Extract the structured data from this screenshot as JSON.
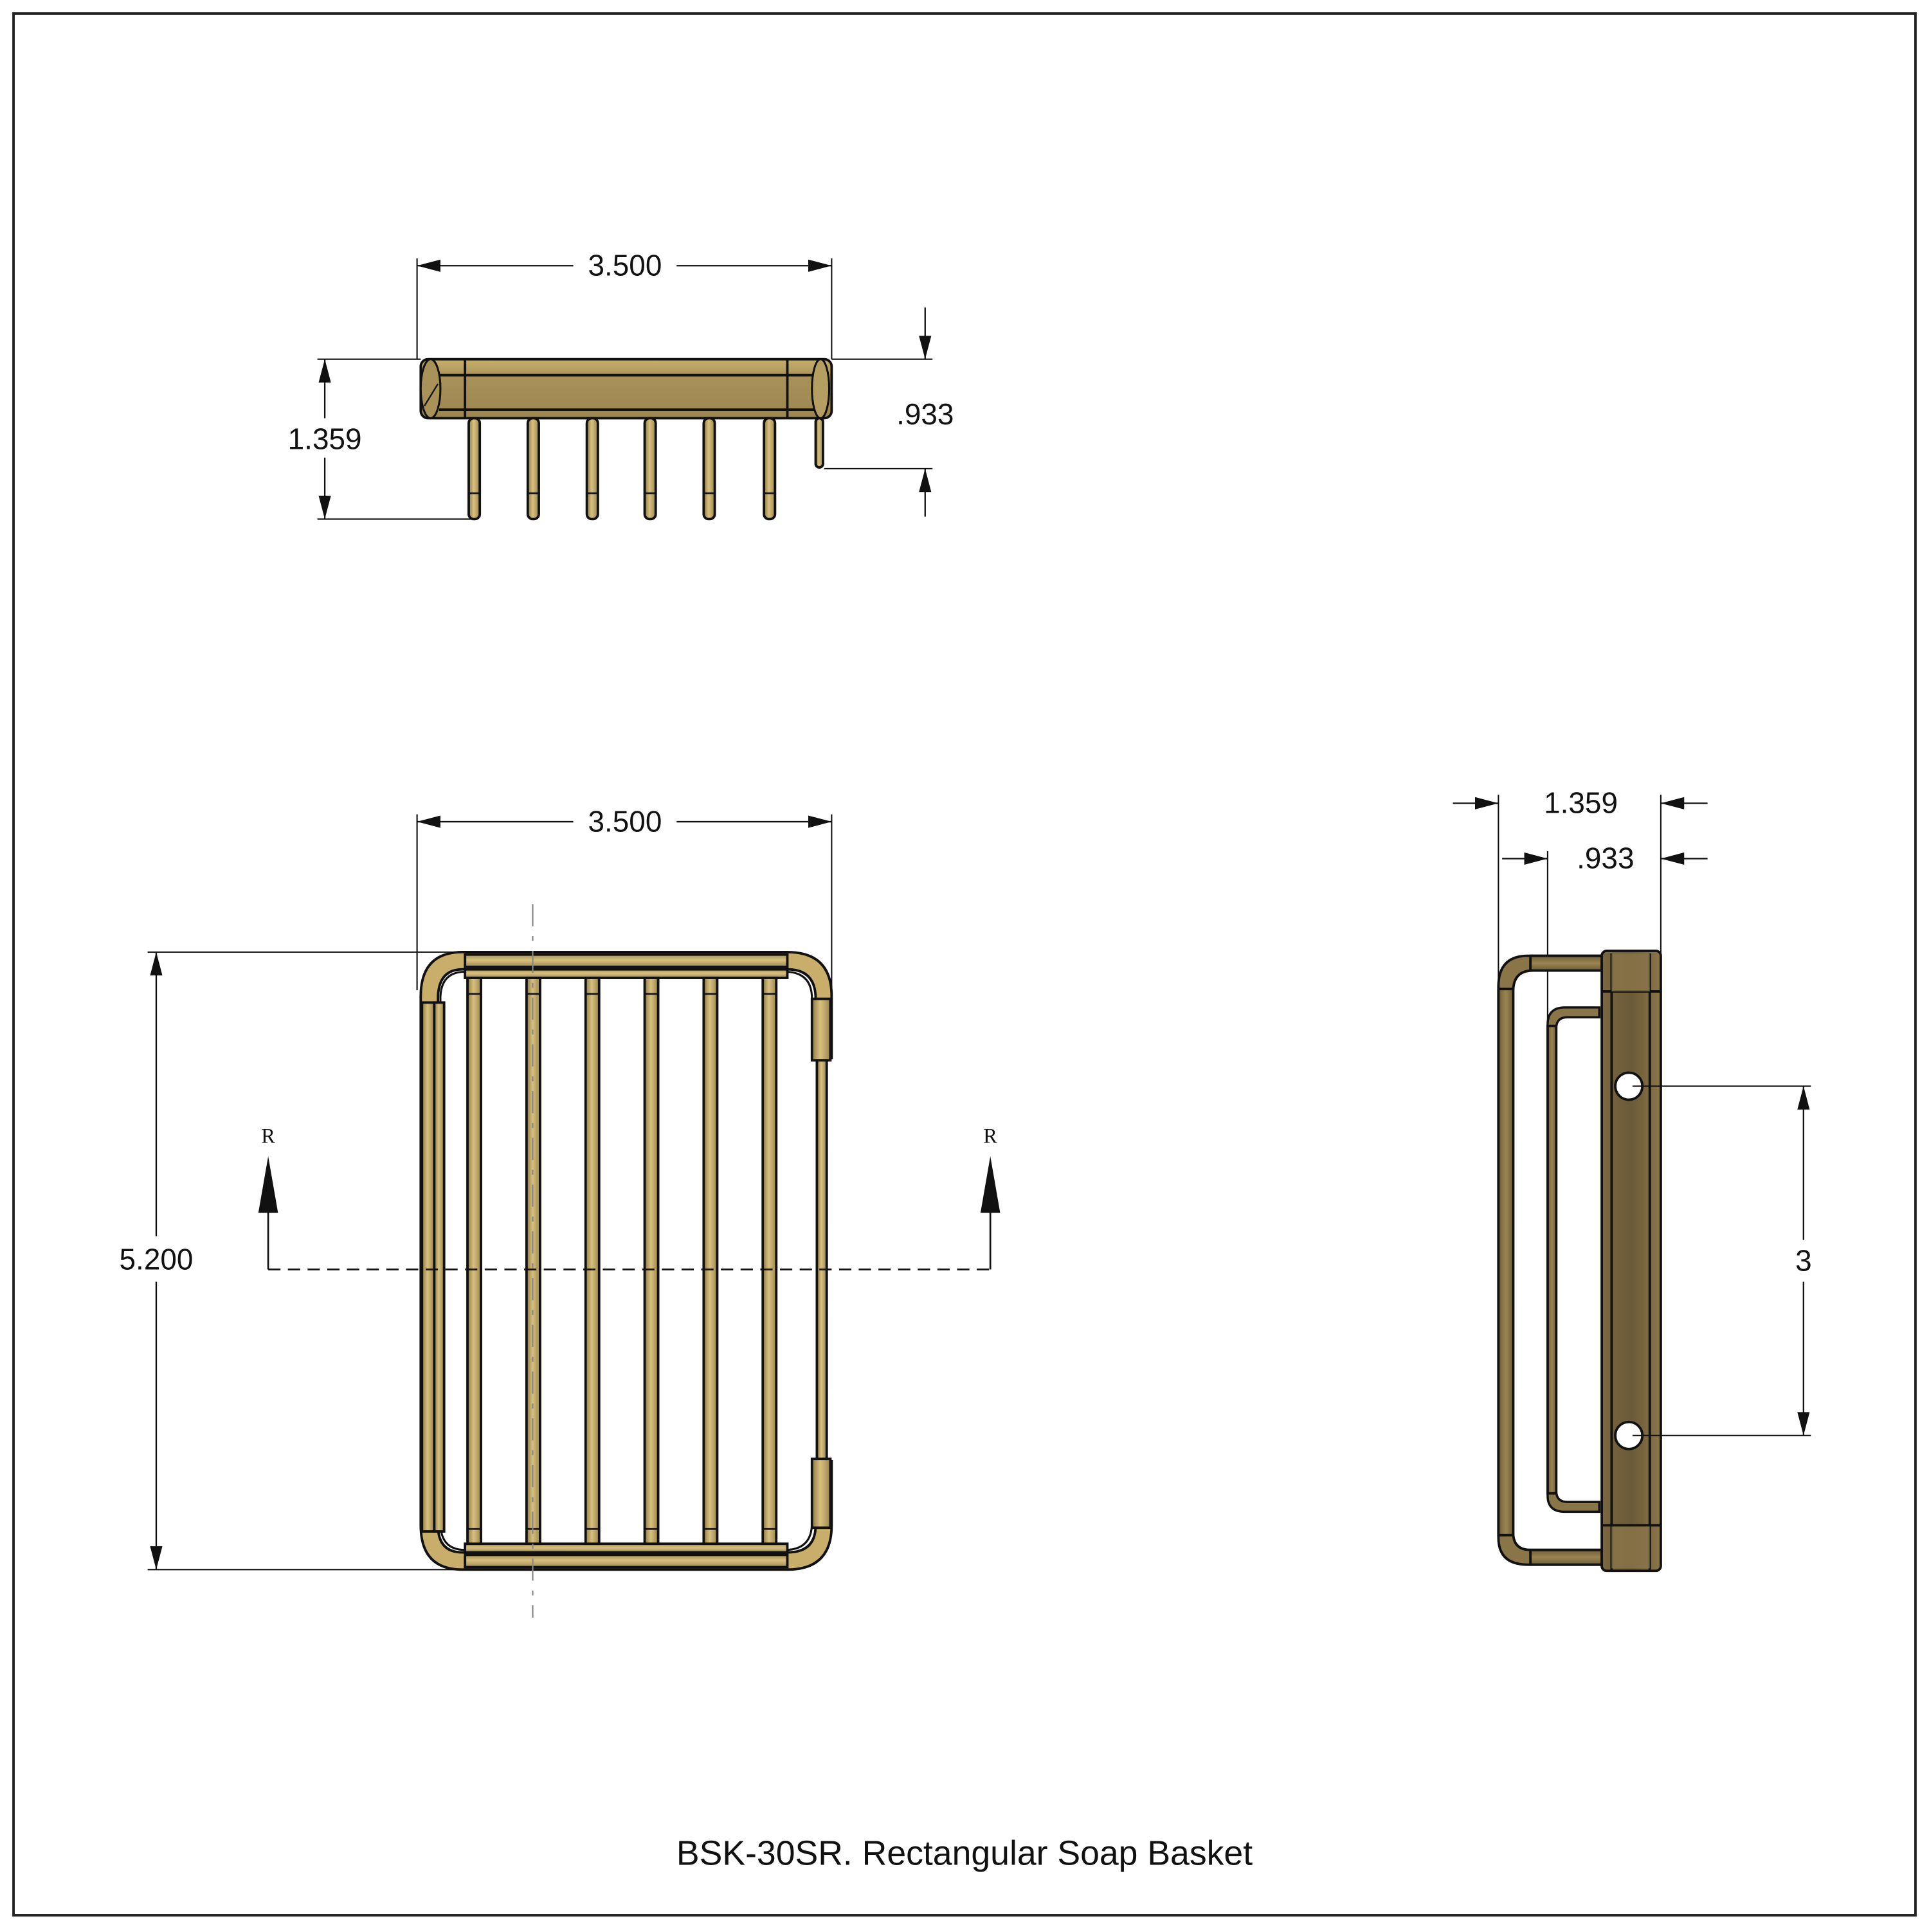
{
  "drawing": {
    "title": "BSK-30SR. Rectangular Soap Basket",
    "colors": {
      "frame": "#222222",
      "brass_light": "#c9b06a",
      "brass_mid": "#a89258",
      "brass_dark": "#6b5a38",
      "line": "#111111",
      "background": "#ffffff"
    }
  },
  "top_view": {
    "width_dim": "3.500",
    "height_dim": "1.359",
    "inner_dim": ".933",
    "rod_count": 6
  },
  "front_view": {
    "width_dim": "3.500",
    "height_dim": "5.200",
    "rod_count": 6,
    "section_marker_left": "R",
    "section_marker_right": "R"
  },
  "side_view": {
    "depth_dim": "1.359",
    "inner_depth_dim": ".933",
    "hole_spacing_dim": "3"
  }
}
